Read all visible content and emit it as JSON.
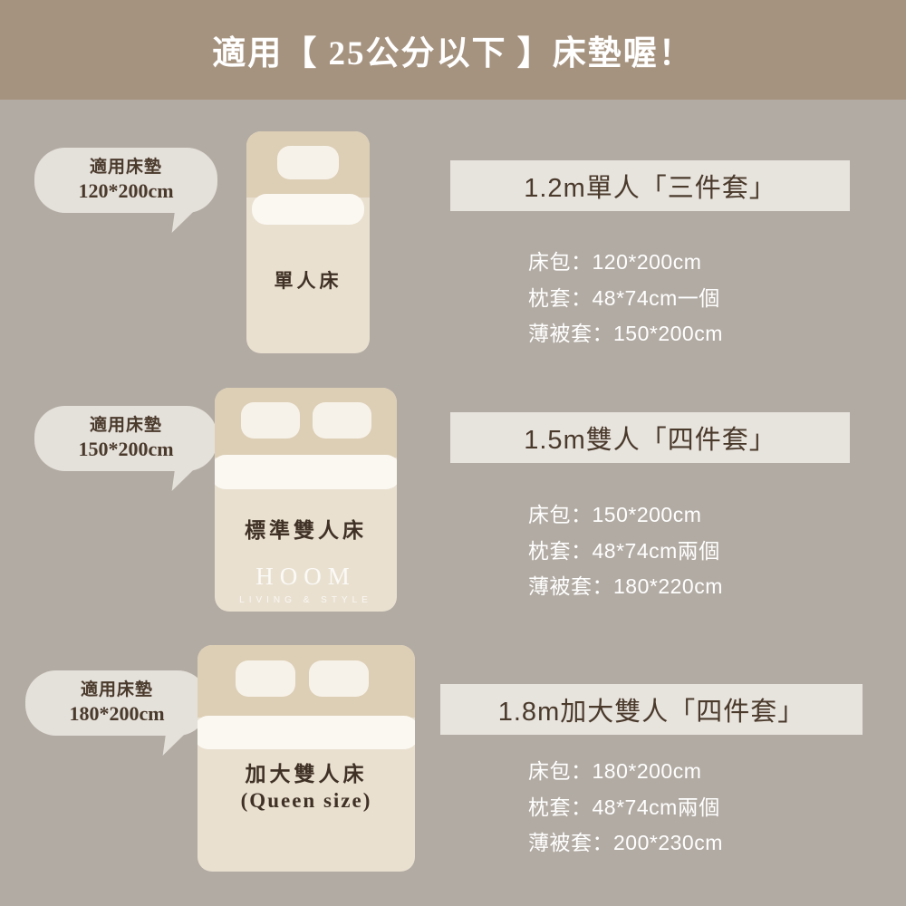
{
  "header": {
    "title": "適用【 25公分以下 】床墊喔！",
    "band_color": "#a6937f"
  },
  "theme": {
    "background": "#b2aba3",
    "bed_body": "#e9e0d0",
    "bed_head": "#ddcfb6",
    "pillow": "#f7f2e9",
    "blanket": "#fbf8f2",
    "bubble": "#e4e0da",
    "title_bar": "#e7e3dd",
    "text_dark": "#4a3a2c",
    "text_light": "#ffffff"
  },
  "watermark": {
    "brand": "HOOM",
    "tagline": "LIVING & STYLE"
  },
  "rows": [
    {
      "bubble": {
        "line1": "適用床墊",
        "line2": "120*200cm"
      },
      "bed": {
        "label": "單人床",
        "sub_label": "",
        "pillow_count": 1,
        "watermark": false
      },
      "title": "1.2m單人「三件套」",
      "specs": [
        "床包：120*200cm",
        "枕套：48*74cm一個",
        "薄被套：150*200cm"
      ]
    },
    {
      "bubble": {
        "line1": "適用床墊",
        "line2": "150*200cm"
      },
      "bed": {
        "label": "標準雙人床",
        "sub_label": "",
        "pillow_count": 2,
        "watermark": true
      },
      "title": "1.5m雙人「四件套」",
      "specs": [
        "床包：150*200cm",
        "枕套：48*74cm兩個",
        "薄被套：180*220cm"
      ]
    },
    {
      "bubble": {
        "line1": "適用床墊",
        "line2": "180*200cm"
      },
      "bed": {
        "label": "加大雙人床",
        "sub_label": "(Queen size)",
        "pillow_count": 2,
        "watermark": false
      },
      "title": "1.8m加大雙人「四件套」",
      "specs": [
        "床包：180*200cm",
        "枕套：48*74cm兩個",
        "薄被套：200*230cm"
      ]
    }
  ]
}
